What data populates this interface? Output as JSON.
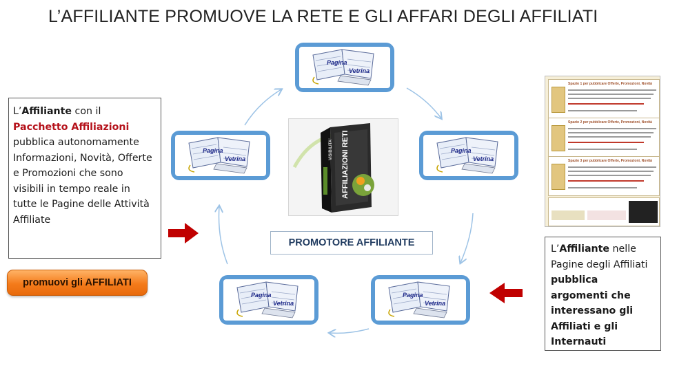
{
  "title": "L’AFFILIANTE PROMUOVE LA RETE E GLI AFFARI DEGLI AFFILIATI",
  "book": {
    "word1": "Pagina",
    "word2": "Vetrina"
  },
  "left_box": {
    "p1": "L’",
    "p1_bold": "Affiliante",
    "p2": " con il",
    "red": "Pacchetto Affiliazioni",
    "rest": "pubblica autonomamente Informazioni, Novità, Offerte e Promozioni che sono visibili in tempo reale in tutte le Pagine delle Attività Affiliate"
  },
  "right_box": {
    "p1": "L’",
    "p1_bold": "Affiliante",
    "p2": " nelle Pagine degli Affiliati ",
    "bold_rest": "pubblica argomenti che interessano gli Affiliati e gli Internauti"
  },
  "center_label": "PROMOTORE AFFILIANTE",
  "promo_button": "promuovi gli AFFILIATI",
  "product": {
    "brand": "VISIBILITA'",
    "name": "AFFILIAZIONI RETI"
  },
  "thumbnail": {
    "rows": [
      "Spazio 1 per pubblicare Offerte, Promozioni, Novità",
      "Spazio 2 per pubblicare Offerte, Promozioni, Novità",
      "Spazio 3 per pubblicare Offerte, Promozioni, Novità"
    ]
  },
  "colors": {
    "node_border": "#5b9bd5",
    "arrow_red": "#c00000",
    "cycle_arrow": "#9dc3e6",
    "button_orange": "#f47b1b"
  }
}
